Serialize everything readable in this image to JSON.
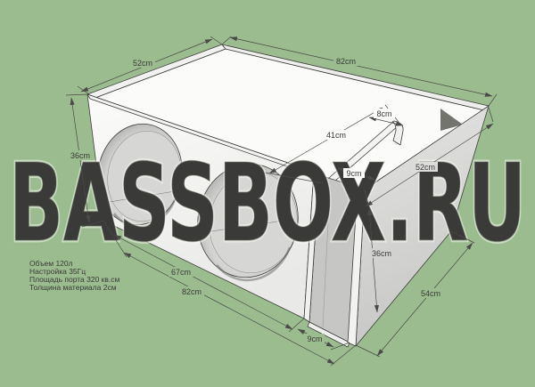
{
  "background_color": "#9abc8e",
  "watermark": "BASSBOX.RU",
  "specs": {
    "volume": "Объем 120л",
    "tuning": "Настройка 35Гц",
    "port_area": "Площадь порта 320 кв.см",
    "material": "Толщина материала 2см"
  },
  "dimensions": {
    "top_depth": "52cm",
    "top_width": "82cm",
    "front_height": "36cm",
    "port_rear_gap": "8cm",
    "port_wall_length": "41cm",
    "port_width_top": "9cm",
    "right_top_depth": "52cm",
    "right_height": "36cm",
    "front_to_port": "67cm",
    "front_width": "82cm",
    "port_width_bottom": "9cm",
    "bottom_depth": "54cm"
  },
  "colors": {
    "outline": "#3e3e3c",
    "dimension_line": "#4a4a48",
    "face_white": "#f6f6f4",
    "face_gray": "#d7d7d5"
  }
}
